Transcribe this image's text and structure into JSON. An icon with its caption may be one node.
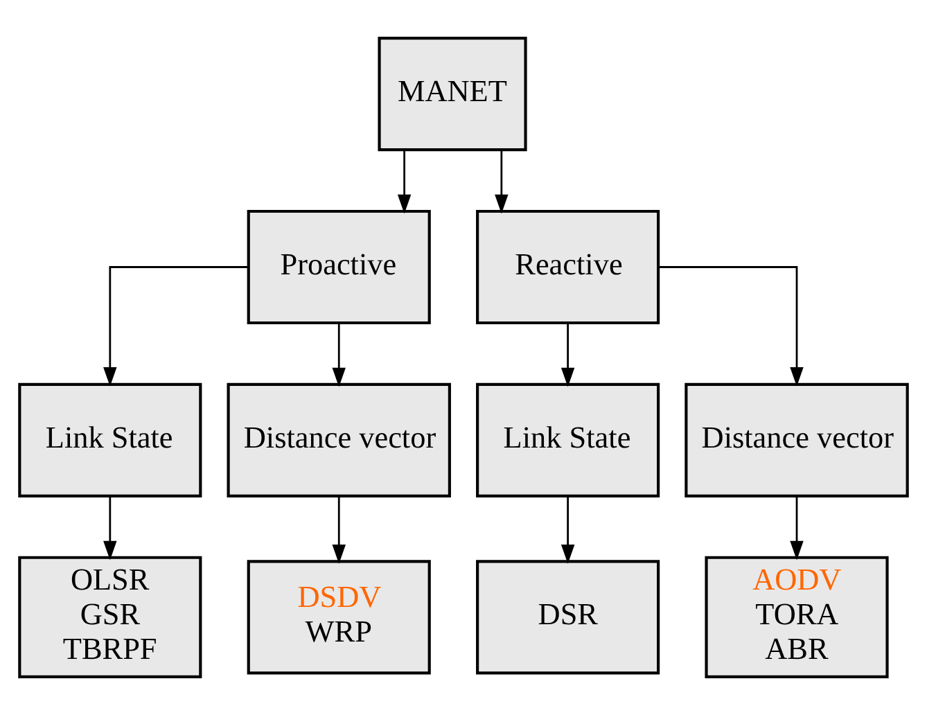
{
  "diagram": {
    "nodes": [
      {
        "text": [
          "MANET"
        ]
      },
      {
        "text": [
          "Proactive"
        ]
      },
      {
        "text": [
          "Reactive"
        ]
      },
      {
        "text": [
          "Link State"
        ]
      },
      {
        "text": [
          "Distance vector"
        ]
      },
      {
        "text": [
          "Link State"
        ]
      },
      {
        "text": [
          "Distance vector"
        ]
      },
      {
        "text": [
          "OLSR",
          "GSR",
          "TBRPF"
        ]
      },
      {
        "text": [
          "DSDV",
          "WRP"
        ]
      },
      {
        "text": [
          "DSR"
        ]
      },
      {
        "text": [
          "AODV",
          "TORA",
          "ABR"
        ]
      }
    ],
    "edges": [
      {
        "from": 0,
        "to": 1,
        "arrow": "to"
      },
      {
        "from": 0,
        "to": 2,
        "arrow": "to"
      },
      {
        "from": 1,
        "to": 3,
        "arrow": "to"
      },
      {
        "from": 1,
        "to": 4,
        "arrow": "to"
      },
      {
        "from": 2,
        "to": 5,
        "arrow": "to"
      },
      {
        "from": 2,
        "to": 6,
        "arrow": "to"
      },
      {
        "from": 3,
        "to": 7,
        "arrow": "to"
      },
      {
        "from": 4,
        "to": 8,
        "arrow": "to"
      },
      {
        "from": 5,
        "to": 9,
        "arrow": "to"
      },
      {
        "from": 6,
        "to": 10,
        "arrow": "to"
      }
    ]
  }
}
